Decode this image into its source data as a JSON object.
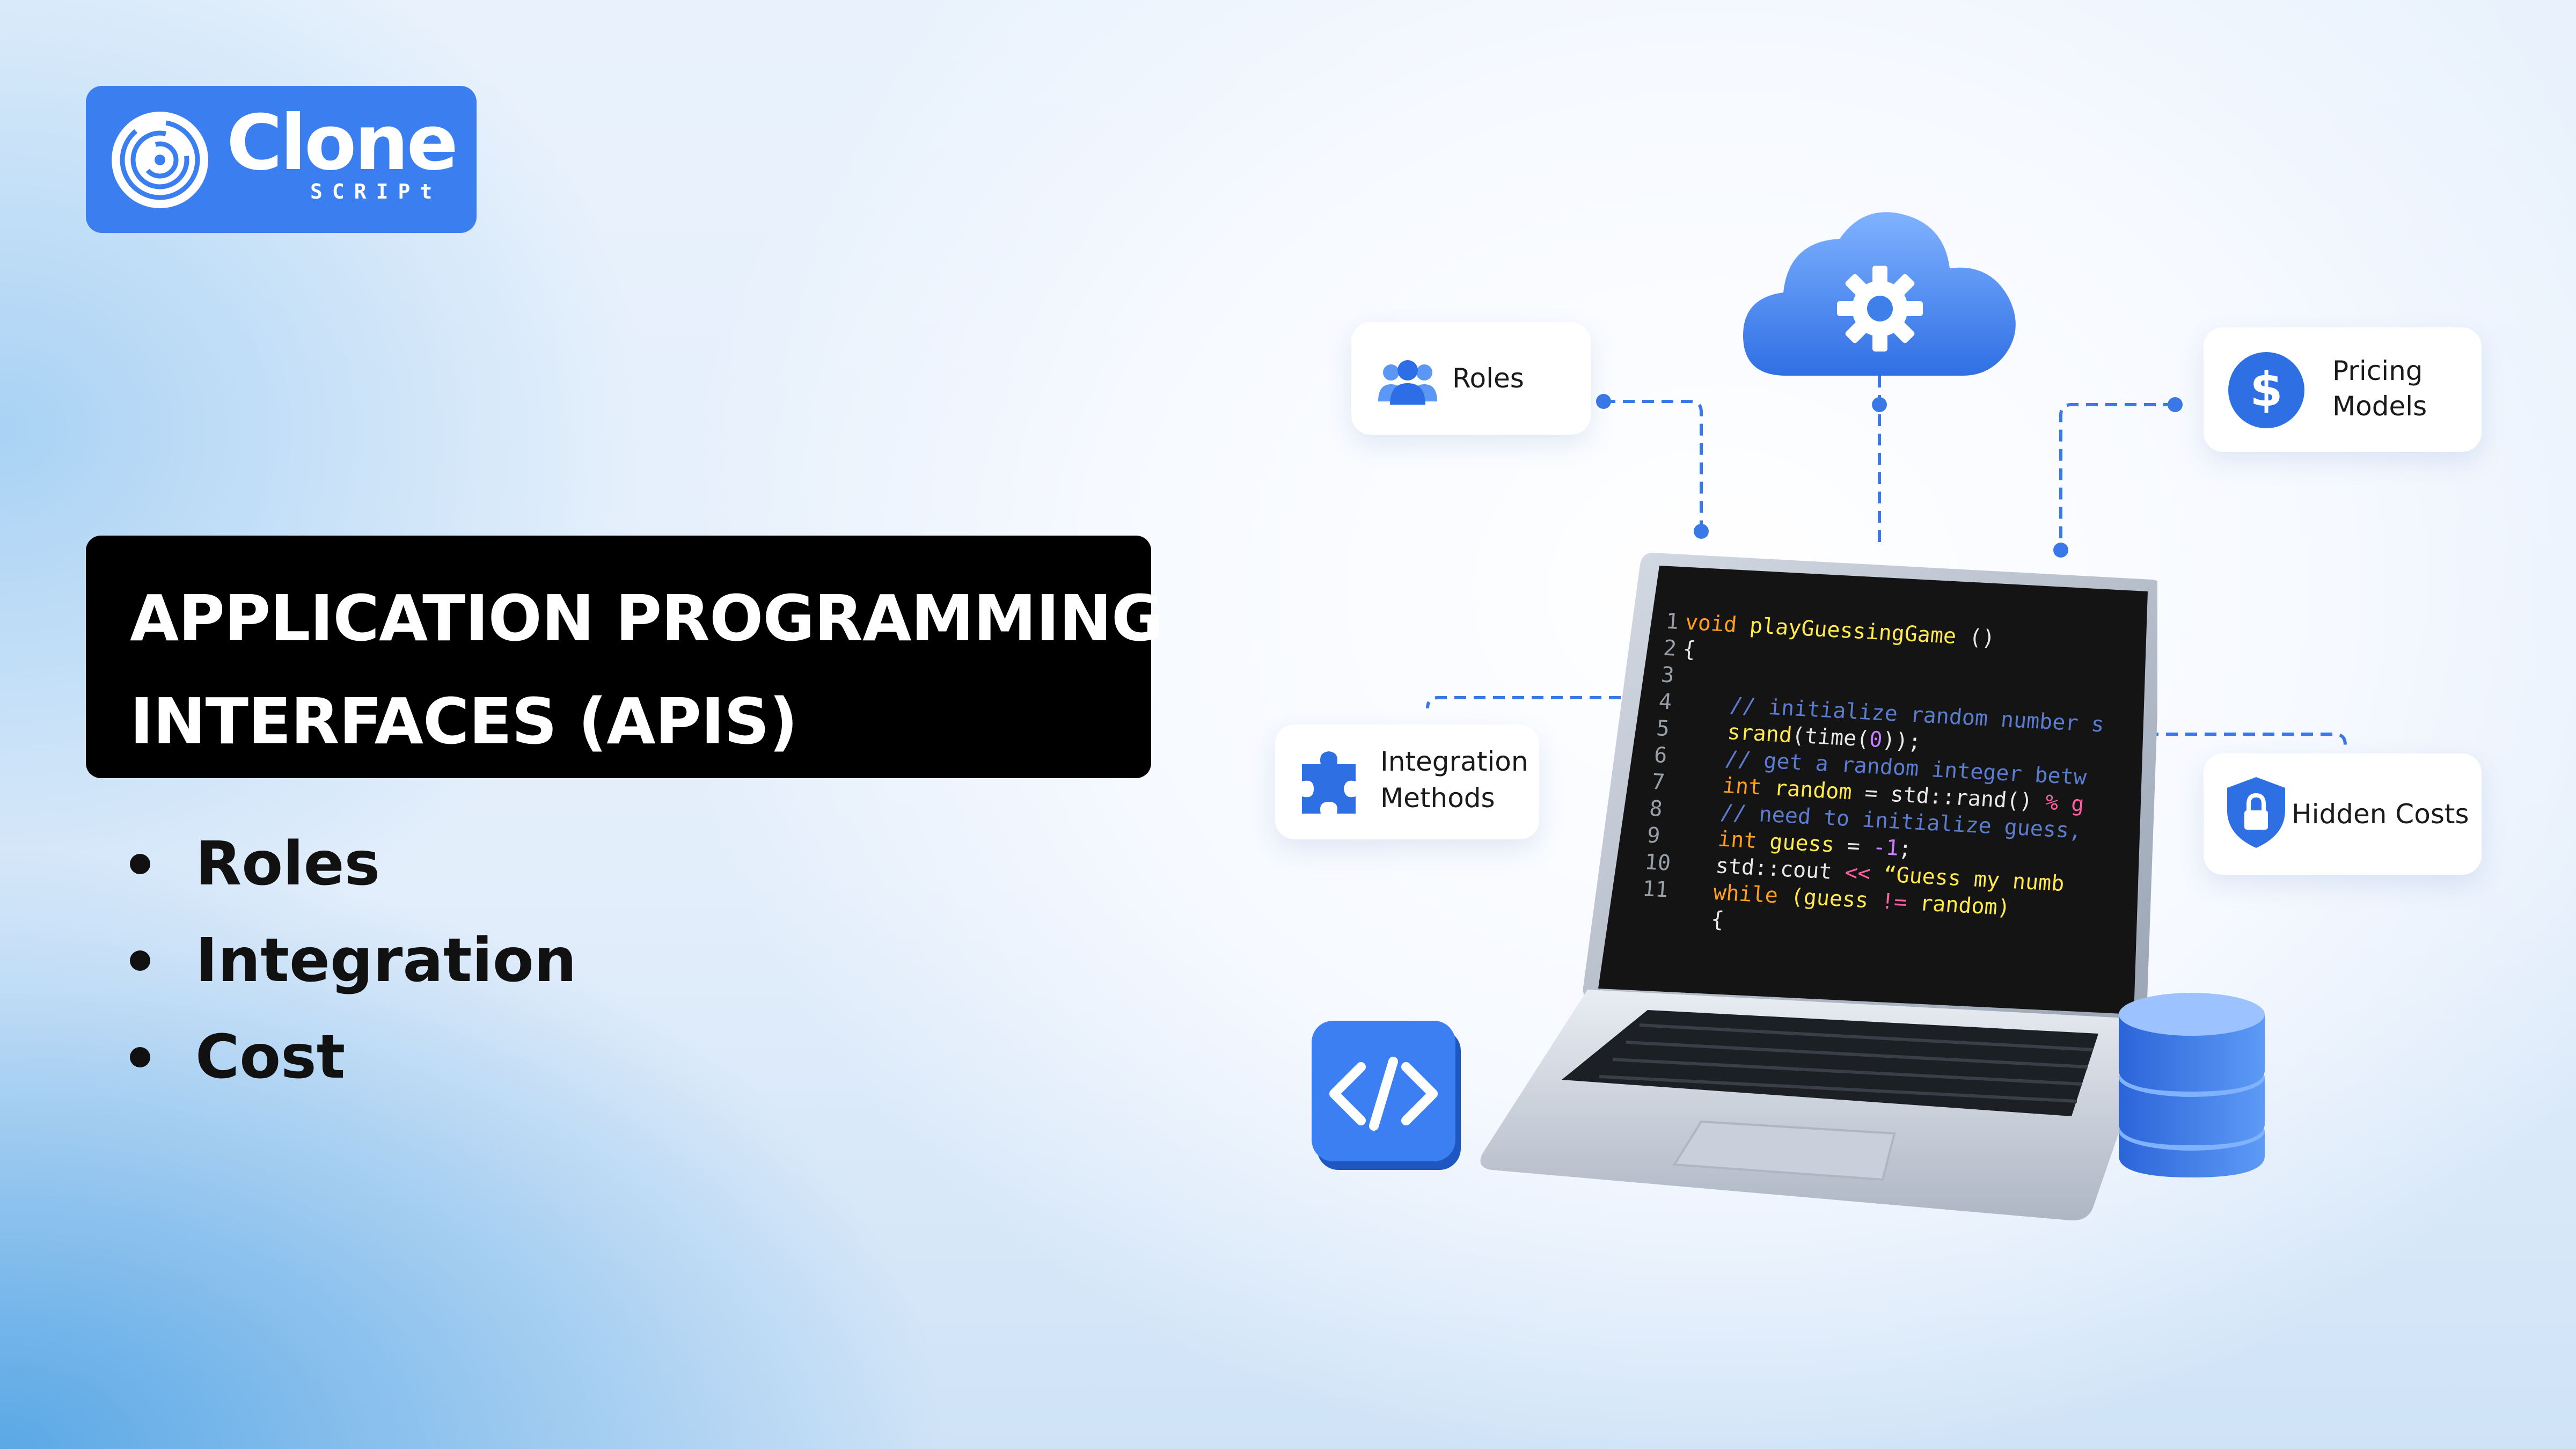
{
  "logo": {
    "word": "Clone",
    "sub": "SCRIPt"
  },
  "title": {
    "line1": "APPLICATION PROGRAMMING",
    "line2": "INTERFACES (APIS)"
  },
  "bullets": [
    "Roles",
    "Integration",
    "Cost"
  ],
  "cards": {
    "roles": "Roles",
    "pricing_line1": "Pricing",
    "pricing_line2": "Models",
    "integration_line1": "Integration",
    "integration_line2": "Methods",
    "hidden_costs": "Hidden Costs"
  },
  "icons": {
    "logo": "clone-script-logo-icon",
    "cloud": "cloud-gear-icon",
    "roles": "users-icon",
    "pricing": "dollar-icon",
    "integration": "puzzle-icon",
    "hidden_costs": "shield-lock-icon",
    "code": "code-brackets-icon",
    "database": "database-icon",
    "laptop": "laptop-icon"
  },
  "code": {
    "line_numbers": [
      "1",
      "2",
      "3",
      "4",
      "5",
      "6",
      "7",
      "8",
      "9",
      "10",
      "11"
    ],
    "lines": [
      [
        {
          "t": "void ",
          "c": "kw"
        },
        {
          "t": "playGuessingGame ",
          "c": "fn"
        },
        {
          "t": "()",
          "c": "pl"
        }
      ],
      [
        {
          "t": "{",
          "c": "pl"
        }
      ],
      [
        {
          "t": "",
          "c": "pl"
        }
      ],
      [
        {
          "t": "    // initialize random number s",
          "c": "cm"
        }
      ],
      [
        {
          "t": "    srand",
          "c": "fn"
        },
        {
          "t": "(time(",
          "c": "pl"
        },
        {
          "t": "0",
          "c": "nm"
        },
        {
          "t": "));",
          "c": "pl"
        }
      ],
      [
        {
          "t": "    // get a random integer betw",
          "c": "cm"
        }
      ],
      [
        {
          "t": "    int ",
          "c": "kw"
        },
        {
          "t": "random ",
          "c": "fn"
        },
        {
          "t": "= std::rand() ",
          "c": "pl"
        },
        {
          "t": "% g",
          "c": "op"
        }
      ],
      [
        {
          "t": "    // need to initialize guess,",
          "c": "cm"
        }
      ],
      [
        {
          "t": "    int ",
          "c": "kw"
        },
        {
          "t": "guess ",
          "c": "fn"
        },
        {
          "t": "= ",
          "c": "pl"
        },
        {
          "t": "-1",
          "c": "nm"
        },
        {
          "t": ";",
          "c": "pl"
        }
      ],
      [
        {
          "t": "    std::cout ",
          "c": "pl"
        },
        {
          "t": "<< ",
          "c": "op"
        },
        {
          "t": "“Guess my numb",
          "c": "st"
        }
      ],
      [
        {
          "t": "    while ",
          "c": "kw"
        },
        {
          "t": "(guess ",
          "c": "fn"
        },
        {
          "t": "!= ",
          "c": "op"
        },
        {
          "t": "random)",
          "c": "fn"
        }
      ],
      [
        {
          "t": "    {",
          "c": "pl"
        }
      ]
    ]
  },
  "colors": {
    "brand_blue": "#3a7ef0",
    "title_bg": "#000000",
    "code_keyword": "#ff9f1c",
    "code_function": "#ffe94d",
    "code_comment": "#5b7ccf",
    "code_number": "#c77dff",
    "code_string": "#ffe94d",
    "code_operator": "#ff5fa2",
    "code_plain": "#e8e8e8"
  }
}
